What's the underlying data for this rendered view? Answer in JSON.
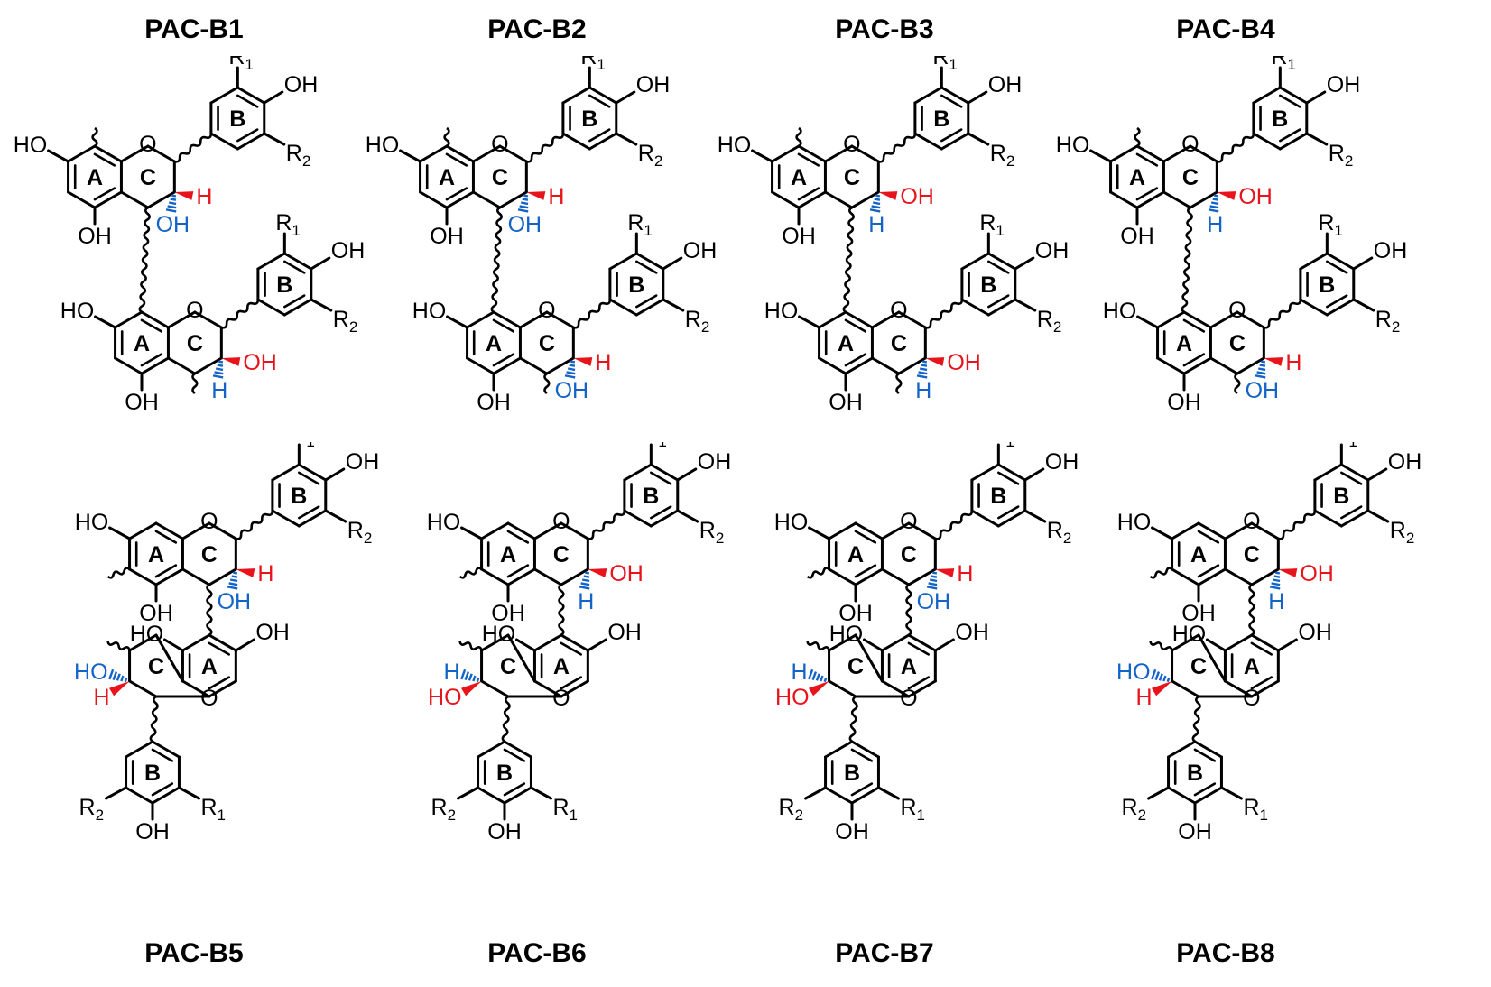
{
  "figure": {
    "ring_labels": {
      "a": "A",
      "b": "B",
      "c": "C"
    },
    "atom_labels": {
      "hydroxyl": "OH",
      "hydroxyl_left": "HO",
      "oxygen": "O",
      "hydrogen": "H",
      "r1": "R",
      "r1_sub": "1",
      "r2": "R",
      "r2_sub": "2"
    },
    "colors": {
      "bond": "#000000",
      "red": "#e8141b",
      "blue": "#1464c8",
      "label": "#000000"
    },
    "compounds": [
      {
        "name": "PAC-B1",
        "linkage": "4-8",
        "upper": "H_up_OH_down",
        "lower": "OH_up_H_down"
      },
      {
        "name": "PAC-B2",
        "linkage": "4-8",
        "upper": "H_up_OH_down",
        "lower": "H_up_OH_down"
      },
      {
        "name": "PAC-B3",
        "linkage": "4-8",
        "upper": "OH_up_H_down",
        "lower": "OH_up_H_down"
      },
      {
        "name": "PAC-B4",
        "linkage": "4-8",
        "upper": "OH_up_H_down",
        "lower": "H_up_OH_down"
      },
      {
        "name": "PAC-B5",
        "linkage": "4-6",
        "upper": "H_up_OH_down",
        "lower": "HO_H"
      },
      {
        "name": "PAC-B6",
        "linkage": "4-6",
        "upper": "OH_up_H_down",
        "lower": "H_HO"
      },
      {
        "name": "PAC-B7",
        "linkage": "4-6",
        "upper": "H_up_OH_down",
        "lower": "H_HO"
      },
      {
        "name": "PAC-B8",
        "linkage": "4-6",
        "upper": "OH_up_H_down",
        "lower": "HO_H"
      }
    ]
  }
}
